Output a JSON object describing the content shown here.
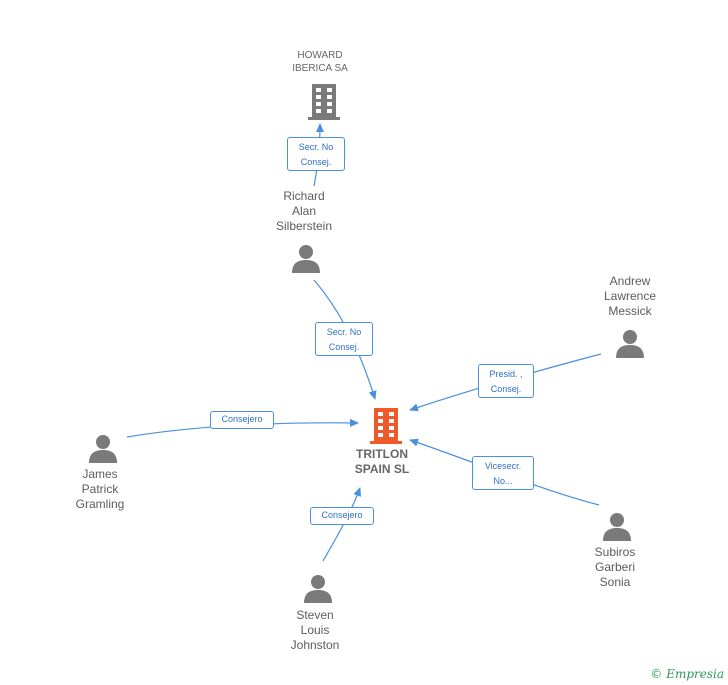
{
  "colors": {
    "edge": "#4a8fe0",
    "person": "#7a7a7a",
    "company": "#7a7a7a",
    "main_company": "#f05a2a"
  },
  "nodes": {
    "howard": {
      "label": "HOWARD\nIBERICA SA",
      "icon": "building-icon"
    },
    "richard": {
      "label": "Richard\nAlan\nSilberstein",
      "icon": "person-icon"
    },
    "andrew": {
      "label": "Andrew\nLawrence\nMessick",
      "icon": "person-icon"
    },
    "tritlon": {
      "label": "TRITLON\nSPAIN SL",
      "icon": "building-icon"
    },
    "james": {
      "label": "James\nPatrick\nGramling",
      "icon": "person-icon"
    },
    "subiros": {
      "label": "Subiros\nGarberi\nSonia",
      "icon": "person-icon"
    },
    "steven": {
      "label": "Steven\nLouis\nJohnston",
      "icon": "person-icon"
    }
  },
  "edges": {
    "richard_howard": "Secr.  No\nConsej.",
    "richard_tritlon": "Secr.  No\nConsej.",
    "andrew_tritlon": "Presid. ,\nConsej.",
    "james_tritlon": "Consejero",
    "subiros_tritlon": "Vicesecr.\nNo...",
    "steven_tritlon": "Consejero"
  },
  "brand": {
    "copyright": "©",
    "name": "Empresia"
  }
}
